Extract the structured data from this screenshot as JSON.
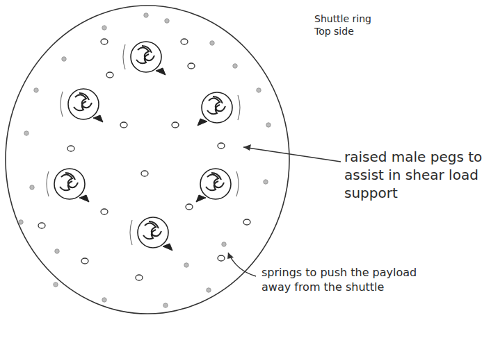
{
  "diagram": {
    "labels": [
      "Shuttle ring Top side",
      "raised male pegs to assist in shear load support",
      "springs to push the payload away from the shuttle"
    ]
  }
}
